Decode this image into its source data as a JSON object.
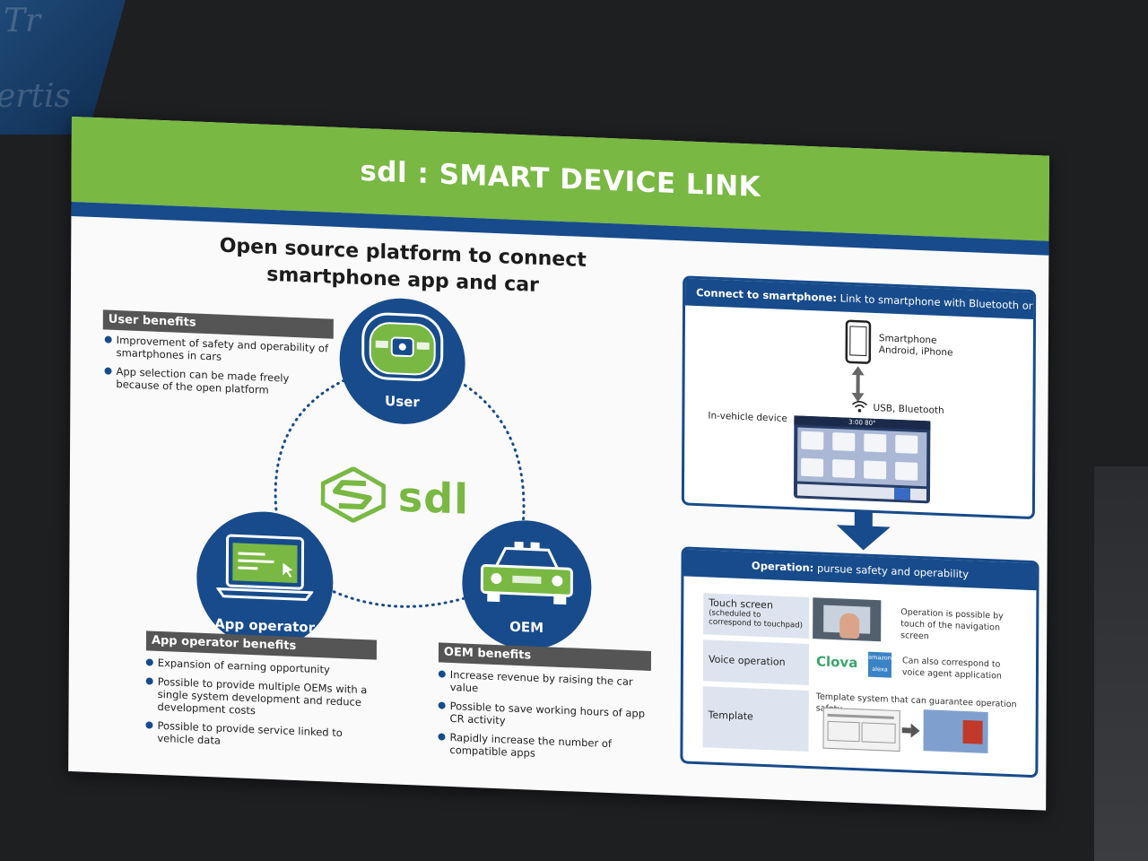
{
  "banner": {
    "title": "sdl : SMART DEVICE LINK"
  },
  "headline": {
    "line1": "Open source platform to connect",
    "line2": "smartphone app and car"
  },
  "logo": {
    "text": "sdl"
  },
  "user_benefits": {
    "label": "User benefits",
    "items": [
      "Improvement of safety and operability of smartphones in cars",
      "App selection can be made freely because of the open platform"
    ]
  },
  "circles": {
    "user": "User",
    "app_operator": "App operator",
    "oem": "OEM"
  },
  "app_operator_benefits": {
    "label": "App operator benefits",
    "items": [
      "Expansion of earning opportunity",
      "Possible to provide multiple OEMs with a single system development and reduce development costs",
      "Possible to provide service linked to vehicle data"
    ]
  },
  "oem_benefits": {
    "label": "OEM benefits",
    "items": [
      "Increase revenue by raising the car value",
      "Possible to save working hours of app CR activity",
      "Rapidly increase the number of compatible apps"
    ]
  },
  "connect_box": {
    "head_bold": "Connect to smartphone:",
    "head_rest": " Link to smartphone with Bluetooth or USB",
    "smartphone_line1": "Smartphone",
    "smartphone_line2": "Android, iPhone",
    "link": "USB, Bluetooth",
    "in_vehicle": "In-vehicle device",
    "status_time": "3:00",
    "status_temp": "80°"
  },
  "operation_box": {
    "head_bold": "Operation:",
    "head_rest": " pursue safety and operability",
    "rows": [
      {
        "label": "Touch screen",
        "sub": "(scheduled to correspond to touchpad)",
        "note": "Operation is possible by touch of the navigation screen"
      },
      {
        "label": "Voice operation",
        "brand": "Clova",
        "brand2_top": "amazon",
        "brand2_bottom": "alexa",
        "note": "Can also correspond to voice agent application"
      },
      {
        "label": "Template",
        "note": "Template system that can guarantee operation safety"
      }
    ]
  },
  "colors": {
    "green": "#79b843",
    "navy": "#174b8b",
    "label_gray": "#555555"
  },
  "backdrop": {
    "text1": "Tr",
    "text2": "ertis"
  }
}
